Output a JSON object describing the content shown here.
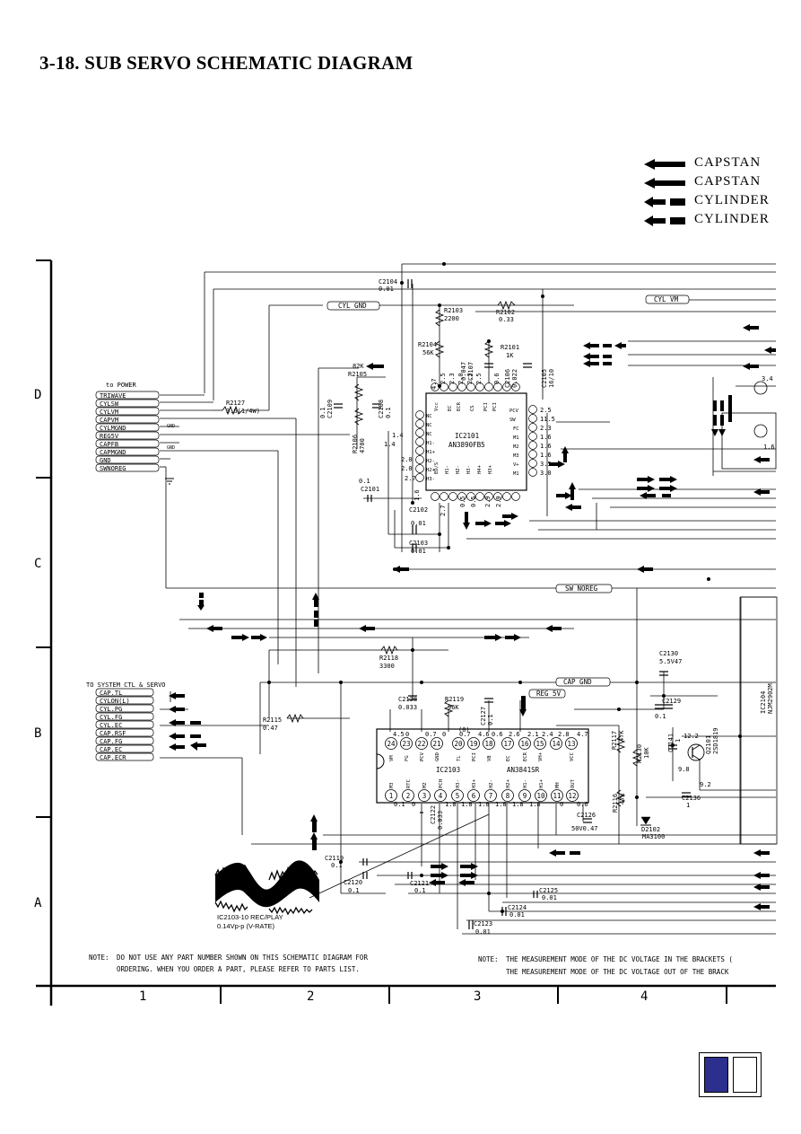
{
  "title": "3-18. SUB SERVO SCHEMATIC DIAGRAM",
  "legend": [
    "CAPSTAN",
    "CAPSTAN",
    "CYLINDER",
    "CYLINDER"
  ],
  "grid": {
    "rows": [
      "D",
      "C",
      "B",
      "A"
    ],
    "cols": [
      "1",
      "2",
      "3",
      "4"
    ]
  },
  "connector_top": {
    "header": "to POWER",
    "pins": [
      "TRIWAVE",
      "CYLSW",
      "CYLVM",
      "CAPVM",
      "CYLMGND",
      "REG5V",
      "CAPFB",
      "CAPMGND",
      "GND",
      "SWNOREG"
    ],
    "gnd_labels": [
      "GND",
      "GND"
    ]
  },
  "connector_bottom": {
    "header": "TO SYSTEM CTL & SERVO",
    "pins": [
      "CAP.TL",
      "CYLON(L)",
      "CYL.PG",
      "CYL.FG",
      "CYL.EC",
      "CAP.RSF",
      "CAP.FG",
      "CAP.EC",
      "CAP.ECR"
    ]
  },
  "buses": [
    "CYL GND",
    "CYL VM",
    "SW NOREG",
    "CAP GND",
    "REG 5V"
  ],
  "ic2101": {
    "ref": "IC2101",
    "part": "AN3890FB5",
    "left_pins": [
      "NC",
      "NC",
      "NC",
      "H1-",
      "H1+",
      "H2-",
      "H2+",
      "H3-"
    ],
    "right_pins": [
      "PCV",
      "SW",
      "FC",
      "M1",
      "M2",
      "M3",
      "V+",
      "M1"
    ],
    "top_pins": [
      "Vcc",
      "EC",
      "ECR",
      "CS",
      "PCI",
      "PCI"
    ],
    "bottom_pins": [
      "ED/S",
      "H1-",
      "H2-",
      "H3-",
      "H4+",
      "H3+"
    ],
    "right_voltages": [
      "2.5",
      "11.5",
      "2.3",
      "1.6",
      "1.6",
      "1.6",
      "3.5",
      "3.0"
    ],
    "left_voltages": [
      "1.4",
      "1.4",
      "2.0",
      "2.0",
      "2.7"
    ],
    "top_voltages": [
      "4.7",
      "2.5",
      "2.3",
      "2.0",
      "2.3",
      "2.5",
      "0.6"
    ],
    "bottom_voltages": [
      "1.6",
      "2.7",
      "0.5",
      "0.5",
      "2.9",
      "2.9"
    ]
  },
  "ic2103": {
    "ref": "IC2103",
    "part": "AN3841SR",
    "top_pins": [
      "24",
      "23",
      "22",
      "21",
      "20",
      "19",
      "18",
      "17",
      "16",
      "15",
      "14",
      "13"
    ],
    "bottom_pins": [
      "1",
      "2",
      "3",
      "4",
      "5",
      "6",
      "7",
      "8",
      "9",
      "10",
      "11",
      "12"
    ],
    "top_names": [
      "VM",
      "FG",
      "PCV",
      "GND",
      "TL",
      "PCI",
      "VB",
      "EC",
      "ECR",
      "VH+",
      "VCC"
    ],
    "bottom_names": [
      "M3",
      "RTC",
      "M2",
      "PCH",
      "H3-",
      "H3+",
      "H2-",
      "H2+",
      "H1-",
      "H1+",
      "MH",
      "OUT"
    ],
    "top_voltages": [
      "4.5",
      "0",
      "0.7",
      "0",
      "0.7",
      "4.6",
      "0.6",
      "2.6",
      "2.1",
      "2.4",
      "2.8",
      "4.7"
    ],
    "bottom_voltages": [
      "0.1",
      "0",
      "1.8",
      "1.8",
      "1.8",
      "1.8",
      "1.8",
      "1.8",
      "0",
      "0.6"
    ],
    "bracket_value": "(0)"
  },
  "components": [
    {
      "ref": "C2104",
      "value": "0.01"
    },
    {
      "ref": "R2103",
      "value": "2200"
    },
    {
      "ref": "R2102",
      "value": "0.33"
    },
    {
      "ref": "R2104",
      "value": "56K"
    },
    {
      "ref": "R2101",
      "value": "1K"
    },
    {
      "ref": "R2105",
      "value": "82K"
    },
    {
      "ref": "C2106",
      "value": "0.022"
    },
    {
      "ref": "C2105",
      "value": "16/10"
    },
    {
      "ref": "C2107",
      "value": "0.047"
    },
    {
      "ref": "R2127",
      "value": "3.6(1/4W)"
    },
    {
      "ref": "C2109",
      "value": "0.1"
    },
    {
      "ref": "C2108",
      "value": "0.1"
    },
    {
      "ref": "R2106",
      "value": "4700"
    },
    {
      "ref": "C2101",
      "value": "0.1"
    },
    {
      "ref": "C2102",
      "value": "0.01"
    },
    {
      "ref": "C2103",
      "value": "0.01"
    },
    {
      "ref": "R2118",
      "value": "3300"
    },
    {
      "ref": "C2130",
      "value": "5.5V47"
    },
    {
      "ref": "C2128",
      "value": "0.033"
    },
    {
      "ref": "R2119",
      "value": "56K"
    },
    {
      "ref": "C2127",
      "value": "0.1"
    },
    {
      "ref": "R2115",
      "value": "0.47"
    },
    {
      "ref": "C2129",
      "value": "0.1"
    },
    {
      "ref": "R2117",
      "value": "47K"
    },
    {
      "ref": "R2130",
      "value": "10K"
    },
    {
      "ref": "C2141",
      "value": "1"
    },
    {
      "ref": "Q2101",
      "value": "2SD1819"
    },
    {
      "ref": "R2116",
      "value": "47K"
    },
    {
      "ref": "C2126",
      "value": "50V0.47"
    },
    {
      "ref": "C2136",
      "value": "1"
    },
    {
      "ref": "D2102",
      "value": "MA3100"
    },
    {
      "ref": "C2122",
      "value": "0.033"
    },
    {
      "ref": "C2119",
      "value": "0.1"
    },
    {
      "ref": "C2120",
      "value": "0.1"
    },
    {
      "ref": "C2121",
      "value": "0.1"
    },
    {
      "ref": "C2125",
      "value": "0.01"
    },
    {
      "ref": "C2124",
      "value": "0.01"
    },
    {
      "ref": "C2123",
      "value": "0.01"
    },
    {
      "ref": "IC2104",
      "value": "NJM2902M"
    }
  ],
  "misc_voltages": [
    "12.2",
    "9.8",
    "9.2",
    "3.4",
    "1.6"
  ],
  "waveform": {
    "label_1": "IC2103-10 REC/PLAY",
    "label_2": "0.14Vp-p (V-RATE)"
  },
  "notes": {
    "left_prefix": "NOTE:",
    "left_1": "DO NOT USE ANY PART NUMBER SHOWN ON THIS SCHEMATIC DIAGRAM FOR",
    "left_2": "ORDERING.  WHEN YOU ORDER A PART, PLEASE REFER TO PARTS LIST.",
    "right_prefix": "NOTE:",
    "right_1": "THE MEASUREMENT MODE OF THE DC VOLTAGE IN THE BRACKETS (",
    "right_2": "THE MEASUREMENT MODE OF THE DC VOLTAGE OUT OF THE BRACK"
  },
  "colors": {
    "ink": "#000000",
    "paper": "#ffffff",
    "nav_prev": "#2d2f8f",
    "nav_next": "#ffffff"
  }
}
